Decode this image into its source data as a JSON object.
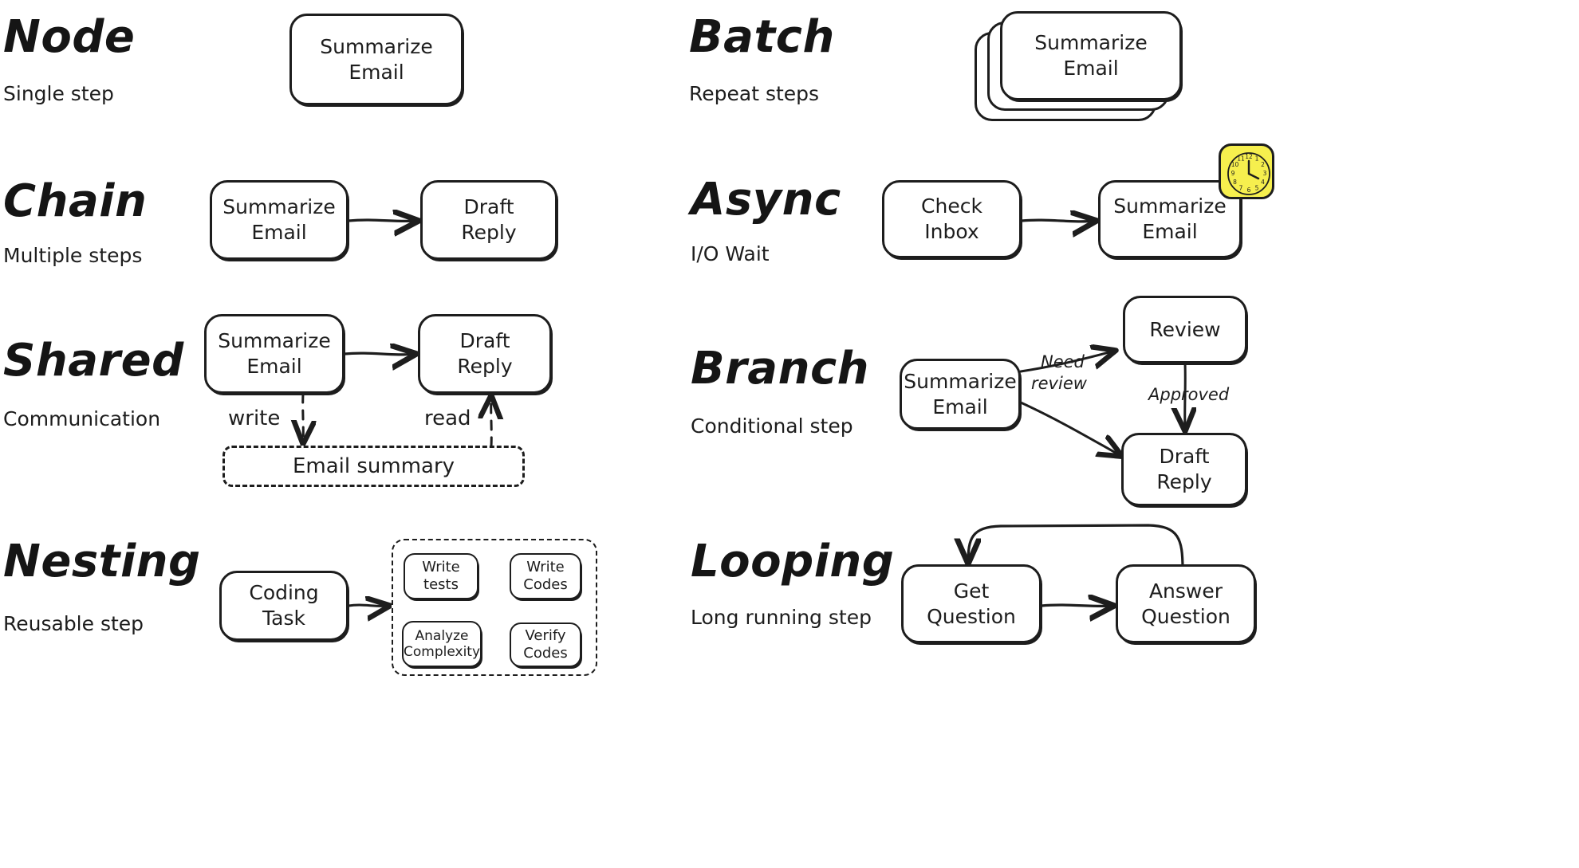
{
  "page": {
    "background": "#ffffff",
    "ink": "#1d1d1d",
    "accent_yellow": "#f6ef4e",
    "style": "hand-drawn whiteboard sketch"
  },
  "sections": [
    {
      "id": "node",
      "title": "Node",
      "subtitle": "Single step",
      "nodes": [
        {
          "label": "Summarize\nEmail"
        }
      ]
    },
    {
      "id": "batch",
      "title": "Batch",
      "subtitle": "Repeat steps",
      "nodes": [
        {
          "label": "Summarize\nEmail"
        }
      ],
      "stack_count": 3
    },
    {
      "id": "chain",
      "title": "Chain",
      "subtitle": "Multiple steps",
      "nodes": [
        {
          "label": "Summarize\nEmail"
        },
        {
          "label": "Draft\nReply"
        }
      ],
      "edges": [
        {
          "from": "Summarize Email",
          "to": "Draft Reply",
          "label": ""
        }
      ]
    },
    {
      "id": "async",
      "title": "Async",
      "subtitle": "I/O Wait",
      "nodes": [
        {
          "label": "Check\nInbox"
        },
        {
          "label": "Summarize\nEmail"
        }
      ],
      "icon": "clock-icon",
      "clock_numerals": [
        "12",
        "1",
        "2",
        "3",
        "4",
        "5",
        "6",
        "7",
        "8",
        "9",
        "10",
        "11"
      ]
    },
    {
      "id": "shared",
      "title": "Shared",
      "subtitle": "Communication",
      "nodes": [
        {
          "label": "Summarize\nEmail"
        },
        {
          "label": "Draft\nReply"
        }
      ],
      "store": {
        "label": "Email summary"
      },
      "edges": [
        {
          "label": "write",
          "style": "dashed",
          "direction": "down"
        },
        {
          "label": "read",
          "style": "dashed",
          "direction": "up"
        }
      ]
    },
    {
      "id": "branch",
      "title": "Branch",
      "subtitle": "Conditional step",
      "nodes": [
        {
          "label": "Summarize\nEmail"
        },
        {
          "label": "Review"
        },
        {
          "label": "Draft\nReply"
        }
      ],
      "edges": [
        {
          "from": "Summarize Email",
          "to": "Review",
          "label": "Need\nreview"
        },
        {
          "from": "Review",
          "to": "Draft Reply",
          "label": "Approved"
        },
        {
          "from": "Summarize Email",
          "to": "Draft Reply",
          "label": ""
        }
      ]
    },
    {
      "id": "nesting",
      "title": "Nesting",
      "subtitle": "Reusable step",
      "nodes": [
        {
          "label": "Coding\nTask"
        }
      ],
      "subflow": [
        {
          "label": "Write\ntests"
        },
        {
          "label": "Write\nCodes"
        },
        {
          "label": "Verify\nCodes"
        },
        {
          "label": "Analyze\nComplexity"
        }
      ]
    },
    {
      "id": "looping",
      "title": "Looping",
      "subtitle": "Long running step",
      "nodes": [
        {
          "label": "Get\nQuestion"
        },
        {
          "label": "Answer\nQuestion"
        }
      ],
      "edges": [
        {
          "from": "Get Question",
          "to": "Answer Question",
          "label": ""
        },
        {
          "from": "Answer Question",
          "to": "Get Question",
          "label": "",
          "style": "loop-back"
        }
      ]
    }
  ],
  "labels": {
    "node_title": "Node",
    "node_sub": "Single step",
    "node_box": "Summarize\nEmail",
    "batch_title": "Batch",
    "batch_sub": "Repeat steps",
    "batch_box": "Summarize\nEmail",
    "chain_title": "Chain",
    "chain_sub": "Multiple steps",
    "chain_box1": "Summarize\nEmail",
    "chain_box2": "Draft\nReply",
    "async_title": "Async",
    "async_sub": "I/O Wait",
    "async_box1": "Check\nInbox",
    "async_box2": "Summarize\nEmail",
    "shared_title": "Shared",
    "shared_sub": "Communication",
    "shared_box1": "Summarize\nEmail",
    "shared_box2": "Draft\nReply",
    "shared_write": "write",
    "shared_read": "read",
    "shared_store": "Email summary",
    "branch_title": "Branch",
    "branch_sub": "Conditional step",
    "branch_box1": "Summarize\nEmail",
    "branch_box2": "Review",
    "branch_box3": "Draft\nReply",
    "branch_edge1a": "Need",
    "branch_edge1b": "review",
    "branch_edge2": "Approved",
    "nesting_title": "Nesting",
    "nesting_sub": "Reusable step",
    "nesting_box1": "Coding\nTask",
    "nesting_sub1": "Write\ntests",
    "nesting_sub2": "Write\nCodes",
    "nesting_sub3": "Verify\nCodes",
    "nesting_sub4": "Analyze\nComplexity",
    "looping_title": "Looping",
    "looping_sub": "Long running step",
    "looping_box1": "Get\nQuestion",
    "looping_box2": "Answer\nQuestion"
  }
}
